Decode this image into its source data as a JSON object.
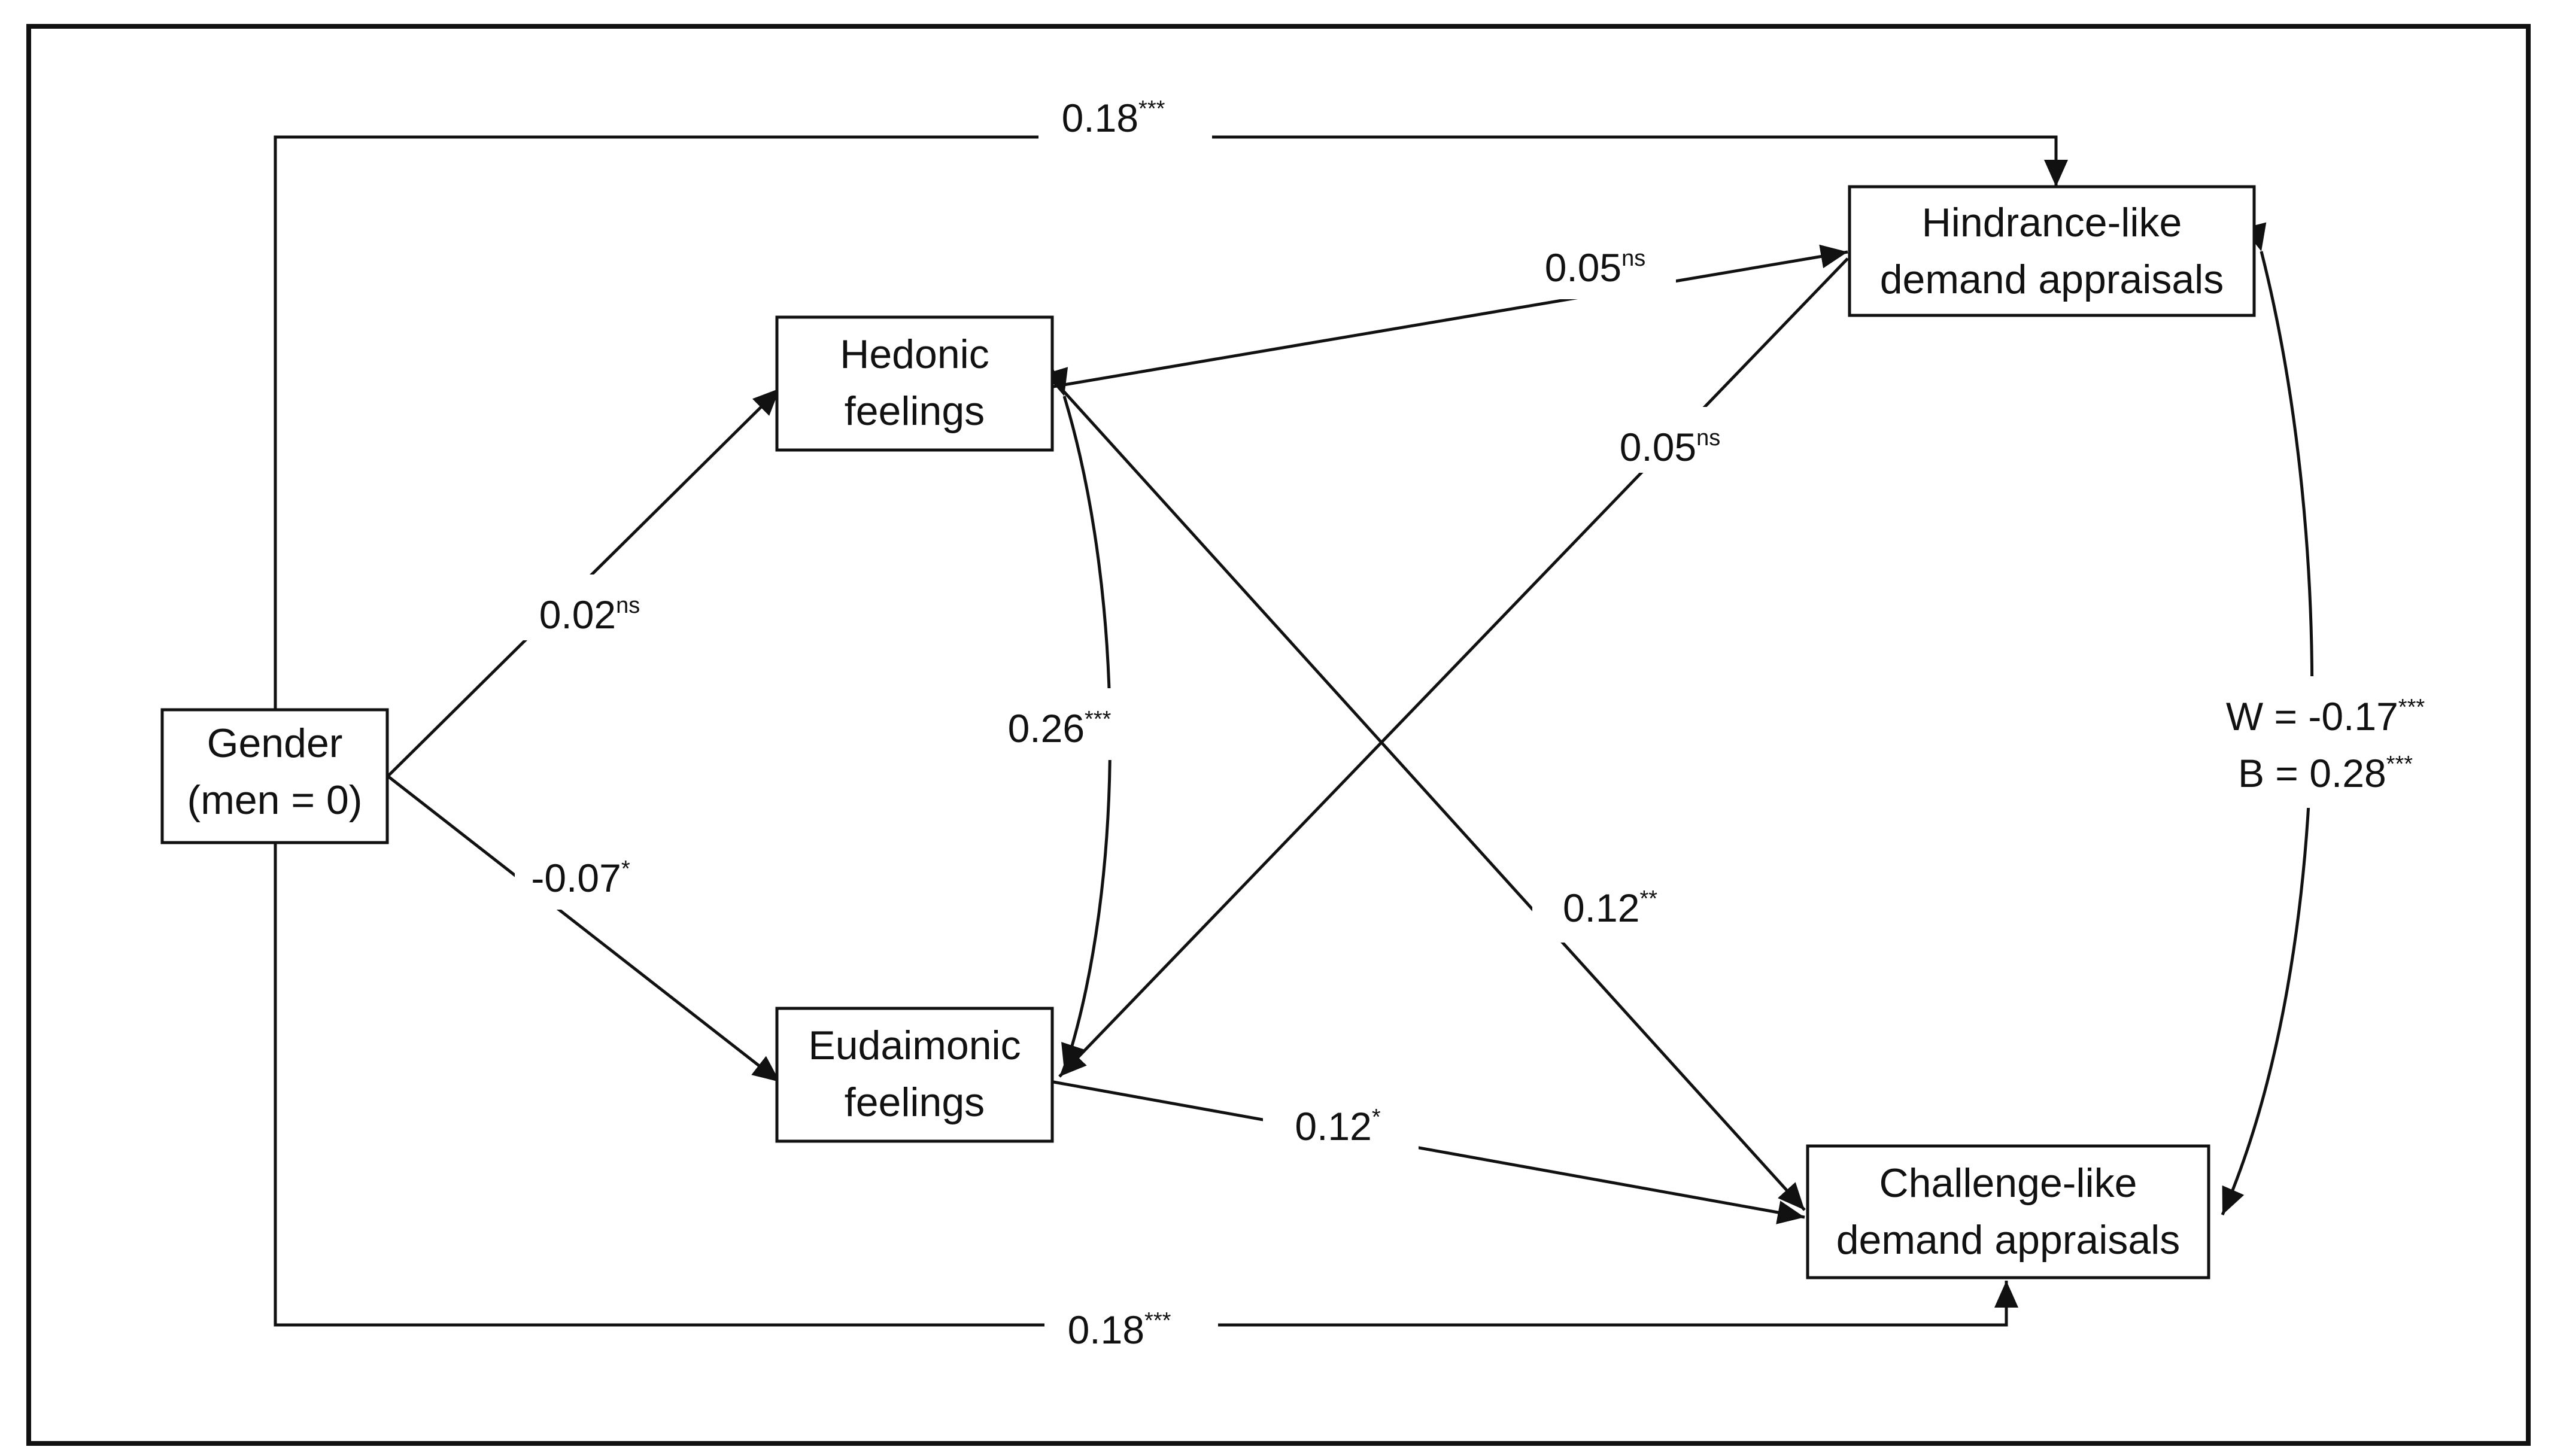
{
  "nodes": {
    "gender": {
      "line1": "Gender",
      "line2": "(men = 0)"
    },
    "hedonic": {
      "line1": "Hedonic",
      "line2": "feelings"
    },
    "eudaimonic": {
      "line1": "Eudaimonic",
      "line2": "feelings"
    },
    "hindrance": {
      "line1": "Hindrance-like",
      "line2": "demand appraisals"
    },
    "challenge": {
      "line1": "Challenge-like",
      "line2": "demand appraisals"
    }
  },
  "edges": {
    "gender_hindrance": {
      "value": "0.18",
      "sig": "***"
    },
    "gender_challenge": {
      "value": "0.18",
      "sig": "***"
    },
    "gender_hedonic": {
      "value": "0.02",
      "sig": "ns"
    },
    "gender_eudaimonic": {
      "value": "-0.07",
      "sig": "*"
    },
    "hedonic_hindrance": {
      "value": "0.05",
      "sig": "ns"
    },
    "eudaimonic_hindrance": {
      "value": "0.05",
      "sig": "ns"
    },
    "hedonic_eudaimonic": {
      "value": "0.26",
      "sig": "***"
    },
    "hedonic_challenge": {
      "value": "0.12",
      "sig": "**"
    },
    "eudaimonic_challenge": {
      "value": "0.12",
      "sig": "*"
    },
    "hindrance_challenge": {
      "w_label": "W = ",
      "w_value": "-0.17",
      "w_sig": "***",
      "b_label": "B =  ",
      "b_value": "0.28",
      "b_sig": "***"
    }
  }
}
